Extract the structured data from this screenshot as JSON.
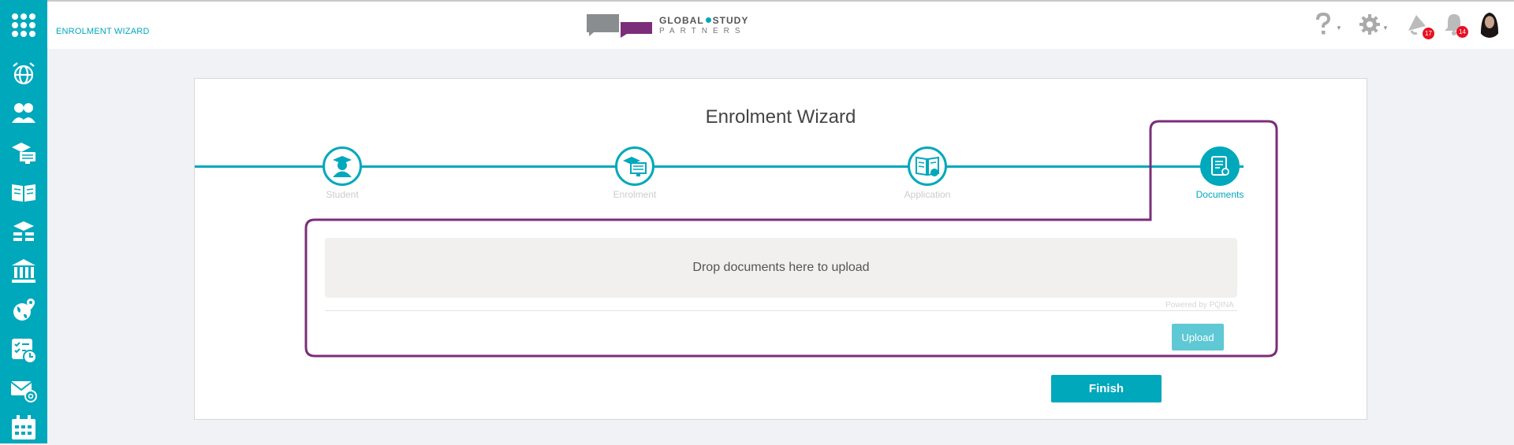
{
  "sidebar": {
    "items": [
      {
        "icon": "apps-grid-icon"
      },
      {
        "icon": "globe-icon"
      },
      {
        "icon": "students-icon"
      },
      {
        "icon": "graduate-screen-icon"
      },
      {
        "icon": "open-book-icon"
      },
      {
        "icon": "stacked-caps-icon"
      },
      {
        "icon": "institution-icon"
      },
      {
        "icon": "location-globe-icon"
      },
      {
        "icon": "checklist-clock-icon"
      },
      {
        "icon": "email-at-icon"
      },
      {
        "icon": "calendar-icon"
      }
    ]
  },
  "header": {
    "breadcrumb": "ENROLMENT WIZARD",
    "logo_line1_a": "GLOBAL",
    "logo_line1_b": "STUDY",
    "logo_line2": "PARTNERS",
    "help_icon": "question-icon",
    "settings_icon": "gear-icon",
    "announcements_badge": "17",
    "notifications_badge": "14"
  },
  "wizard": {
    "title": "Enrolment Wizard",
    "steps": [
      {
        "label": "Student",
        "icon": "graduate-user-icon",
        "active": false
      },
      {
        "label": "Enrolment",
        "icon": "graduate-screen-icon",
        "active": false
      },
      {
        "label": "Application",
        "icon": "open-book-globe-icon",
        "active": false
      },
      {
        "label": "Documents",
        "icon": "certificate-icon",
        "active": true
      }
    ],
    "dropzone_text": "Drop documents here to upload",
    "powered_by": "Powered by PQINA",
    "upload_label": "Upload",
    "finish_label": "Finish"
  },
  "colors": {
    "primary": "#00a8bc",
    "highlight_outline": "#7b2d7a",
    "badge": "#e81123",
    "upload_button": "#5fc8d5"
  }
}
